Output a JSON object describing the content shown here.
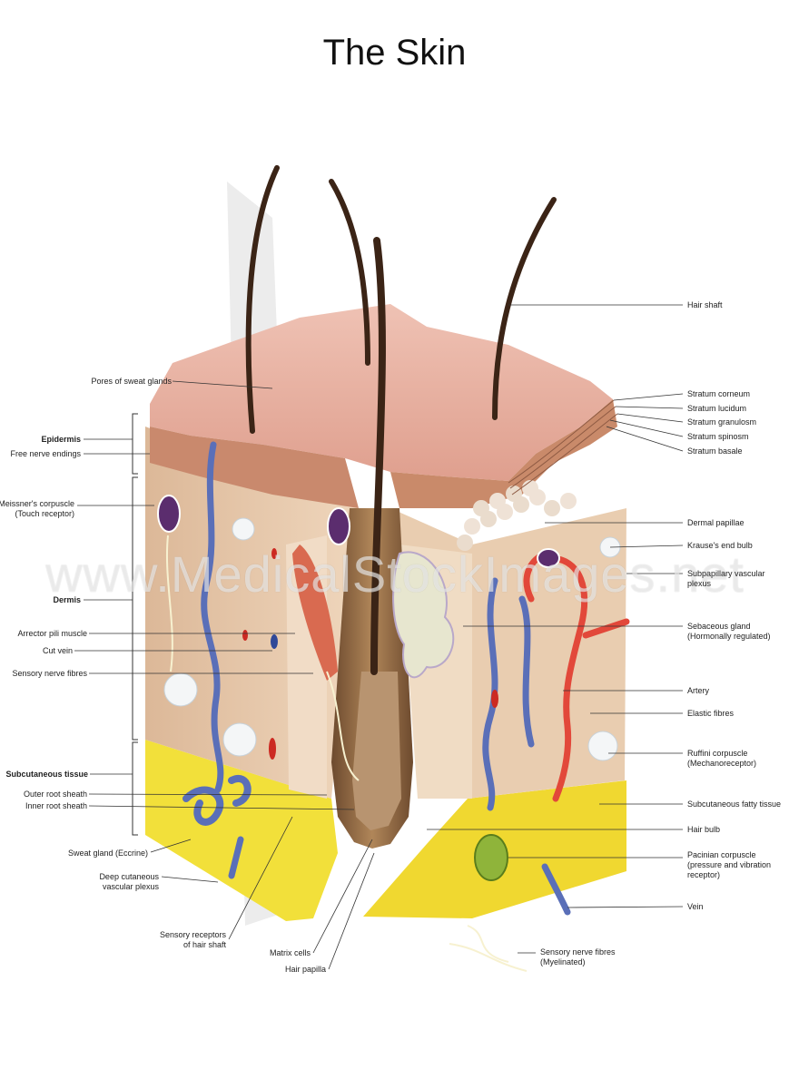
{
  "title": "The Skin",
  "watermark": "www.MedicalStockImages.net",
  "colors": {
    "skin_top": "#e9b3a4",
    "dermis": "#e8c8aa",
    "fat": "#f2e03a",
    "vein": "#5a6fb8",
    "artery": "#e2483a",
    "hair": "#3b2416"
  },
  "labels_left": {
    "pores": "Pores of sweat glands",
    "epidermis": "Epidermis",
    "free_nerve": "Free nerve endings",
    "meissner_1": "Meissner's corpuscle",
    "meissner_2": "(Touch receptor)",
    "dermis": "Dermis",
    "arrector": "Arrector pili muscle",
    "cut_vein": "Cut vein",
    "sensory_fibres": "Sensory nerve fibres",
    "subcutaneous": "Subcutaneous tissue",
    "outer_root": "Outer root sheath",
    "inner_root": "Inner root sheath",
    "sweat_gland": "Sweat gland (Eccrine)",
    "deep_plexus_1": "Deep cutaneous",
    "deep_plexus_2": "vascular plexus",
    "receptors_1": "Sensory receptors",
    "receptors_2": "of hair shaft",
    "matrix": "Matrix cells",
    "papilla": "Hair papilla"
  },
  "labels_right": {
    "hair_shaft": "Hair shaft",
    "corneum": "Stratum corneum",
    "lucidum": "Stratum lucidum",
    "granulosm": "Stratum granulosm",
    "spinosm": "Stratum spinosm",
    "basale": "Stratum basale",
    "dermal_papillae": "Dermal papillae",
    "krause": "Krause's end bulb",
    "subpapillary_1": "Subpapillary vascular",
    "subpapillary_2": "plexus",
    "sebaceous_1": "Sebaceous gland",
    "sebaceous_2": "(Hormonally regulated)",
    "artery": "Artery",
    "elastic": "Elastic fibres",
    "ruffini_1": "Ruffini corpuscle",
    "ruffini_2": "(Mechanoreceptor)",
    "fatty": "Subcutaneous fatty tissue",
    "hair_bulb": "Hair bulb",
    "pacinian_1": "Pacinian corpuscle",
    "pacinian_2": "(pressure and vibration",
    "pacinian_3": "receptor)",
    "vein": "Vein",
    "myelinated_1": "Sensory nerve fibres",
    "myelinated_2": "(Myelinated)"
  }
}
